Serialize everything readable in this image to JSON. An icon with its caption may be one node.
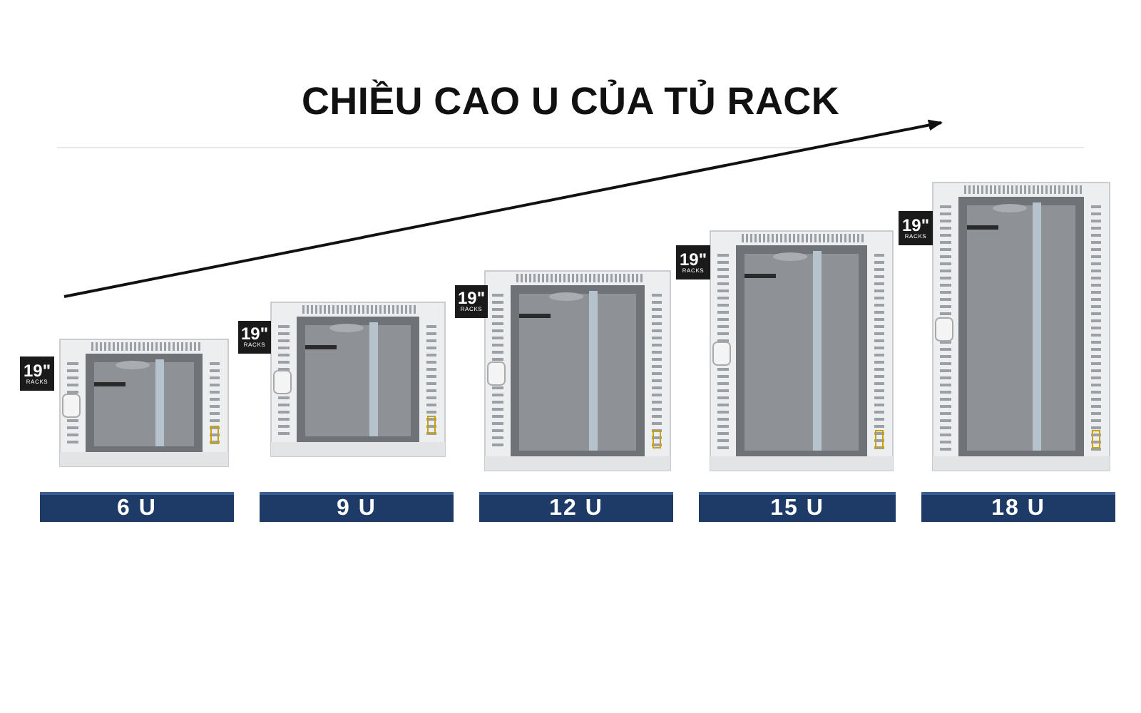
{
  "diagram": {
    "title": "CHIỀU CAO U CỦA TỦ RACK",
    "nodes": [
      {
        "text": [
          "19\"",
          "RACKS"
        ]
      },
      {
        "text": [
          "6 U"
        ]
      },
      {
        "text": [
          "19\"",
          "RACKS"
        ]
      },
      {
        "text": [
          "9 U"
        ]
      },
      {
        "text": [
          "19\"",
          "RACKS"
        ]
      },
      {
        "text": [
          "12 U"
        ]
      },
      {
        "text": [
          "19\"",
          "RACKS"
        ]
      },
      {
        "text": [
          "15 U"
        ]
      },
      {
        "text": [
          "19\"",
          "RACKS"
        ]
      },
      {
        "text": [
          "18 U"
        ]
      }
    ]
  }
}
